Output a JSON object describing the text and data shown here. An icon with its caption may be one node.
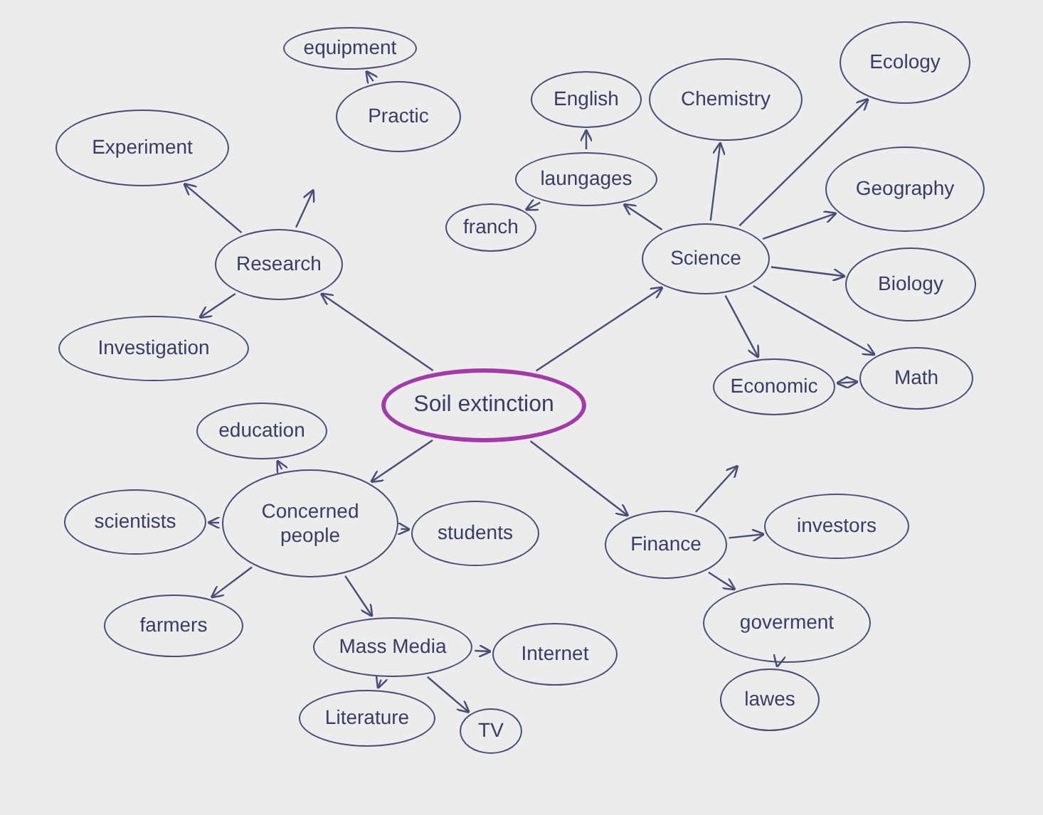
{
  "diagram": {
    "nodes": [
      {
        "text": [
          "Soil extinction"
        ]
      },
      {
        "text": [
          "Research"
        ]
      },
      {
        "text": [
          "Experiment"
        ]
      },
      {
        "text": [
          "Practic"
        ]
      },
      {
        "text": [
          "equipment"
        ]
      },
      {
        "text": [
          "Investigation"
        ]
      },
      {
        "text": [
          "Science"
        ]
      },
      {
        "text": [
          "English"
        ]
      },
      {
        "text": [
          "laungages"
        ]
      },
      {
        "text": [
          "franch"
        ]
      },
      {
        "text": [
          "Chemistry"
        ]
      },
      {
        "text": [
          "Ecology"
        ]
      },
      {
        "text": [
          "Geography"
        ]
      },
      {
        "text": [
          "Biology"
        ]
      },
      {
        "text": [
          "Economic"
        ]
      },
      {
        "text": [
          "Math"
        ]
      },
      {
        "text": [
          "Concerned people"
        ]
      },
      {
        "text": [
          "education"
        ]
      },
      {
        "text": [
          "scientists"
        ]
      },
      {
        "text": [
          "students"
        ]
      },
      {
        "text": [
          "farmers"
        ]
      },
      {
        "text": [
          "Mass Media"
        ]
      },
      {
        "text": [
          "Internet"
        ]
      },
      {
        "text": [
          "Literature"
        ]
      },
      {
        "text": [
          "TV"
        ]
      },
      {
        "text": [
          "Finance"
        ]
      },
      {
        "text": [
          "investors"
        ]
      },
      {
        "text": [
          "goverment"
        ]
      },
      {
        "text": [
          "lawes"
        ]
      }
    ],
    "edges": [
      {
        "from": 0,
        "to": 1,
        "arrow": "to"
      },
      {
        "from": 0,
        "to": 6,
        "arrow": "to"
      },
      {
        "from": 0,
        "to": 16,
        "arrow": "to"
      },
      {
        "from": 0,
        "to": 25,
        "arrow": "to"
      },
      {
        "from": 1,
        "to": 2,
        "arrow": "to"
      },
      {
        "from": 1,
        "to": 5,
        "arrow": "to"
      },
      {
        "from": 1,
        "to": null,
        "arrow": "to"
      },
      {
        "from": 3,
        "to": 4,
        "arrow": "to"
      },
      {
        "from": 6,
        "to": 8,
        "arrow": "to"
      },
      {
        "from": 8,
        "to": 7,
        "arrow": "to"
      },
      {
        "from": 8,
        "to": 9,
        "arrow": "to"
      },
      {
        "from": 6,
        "to": 10,
        "arrow": "to"
      },
      {
        "from": 6,
        "to": 11,
        "arrow": "to"
      },
      {
        "from": 6,
        "to": 12,
        "arrow": "to"
      },
      {
        "from": 6,
        "to": 13,
        "arrow": "to"
      },
      {
        "from": 6,
        "to": 14,
        "arrow": "to"
      },
      {
        "from": 6,
        "to": 15,
        "arrow": "to"
      },
      {
        "from": 14,
        "to": 15,
        "arrow": "both"
      },
      {
        "from": 16,
        "to": 17,
        "arrow": "to"
      },
      {
        "from": 16,
        "to": 18,
        "arrow": "to"
      },
      {
        "from": 16,
        "to": 19,
        "arrow": "to"
      },
      {
        "from": 16,
        "to": 20,
        "arrow": "to"
      },
      {
        "from": 16,
        "to": 21,
        "arrow": "to"
      },
      {
        "from": 21,
        "to": 22,
        "arrow": "to"
      },
      {
        "from": 21,
        "to": 23,
        "arrow": "to"
      },
      {
        "from": 21,
        "to": 24,
        "arrow": "to"
      },
      {
        "from": 25,
        "to": 26,
        "arrow": "to"
      },
      {
        "from": 25,
        "to": 27,
        "arrow": "to"
      },
      {
        "from": 25,
        "to": null,
        "arrow": "to"
      },
      {
        "from": 27,
        "to": 28,
        "arrow": "to"
      }
    ]
  }
}
